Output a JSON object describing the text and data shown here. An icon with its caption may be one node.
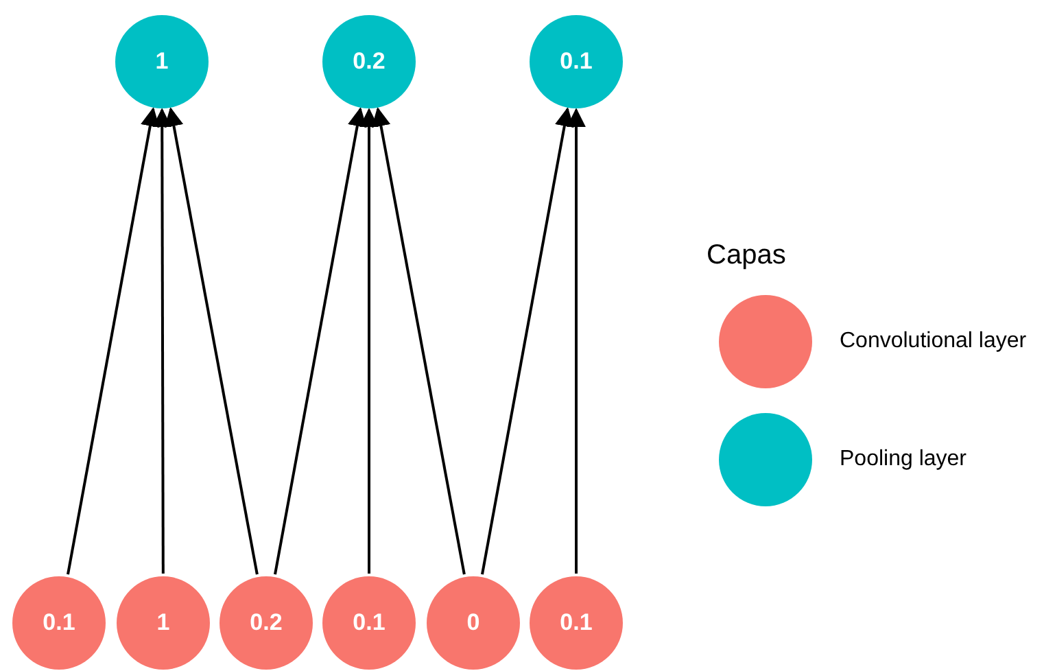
{
  "diagram": {
    "nodes": [
      {
        "text": [
          "1"
        ]
      },
      {
        "text": [
          "0.2"
        ]
      },
      {
        "text": [
          "0.1"
        ]
      },
      {
        "text": [
          "0.1"
        ]
      },
      {
        "text": [
          "1"
        ]
      },
      {
        "text": [
          "0.2"
        ]
      },
      {
        "text": [
          "0.1"
        ]
      },
      {
        "text": [
          "0"
        ]
      },
      {
        "text": [
          "0.1"
        ]
      }
    ],
    "edges": [
      {
        "from": 3,
        "to": 0,
        "arrow": "to"
      },
      {
        "from": 4,
        "to": 0,
        "arrow": "to"
      },
      {
        "from": 5,
        "to": 0,
        "arrow": "to"
      },
      {
        "from": 5,
        "to": 1,
        "arrow": "to"
      },
      {
        "from": 6,
        "to": 1,
        "arrow": "to"
      },
      {
        "from": 7,
        "to": 1,
        "arrow": "to"
      },
      {
        "from": 7,
        "to": 2,
        "arrow": "to"
      },
      {
        "from": 8,
        "to": 2,
        "arrow": "to"
      }
    ],
    "labels": [
      "Capas"
    ],
    "legend": [
      {
        "text": "Convolutional layer",
        "color": "#f8766d"
      },
      {
        "text": "Pooling layer",
        "color": "#00bfc4"
      }
    ]
  }
}
